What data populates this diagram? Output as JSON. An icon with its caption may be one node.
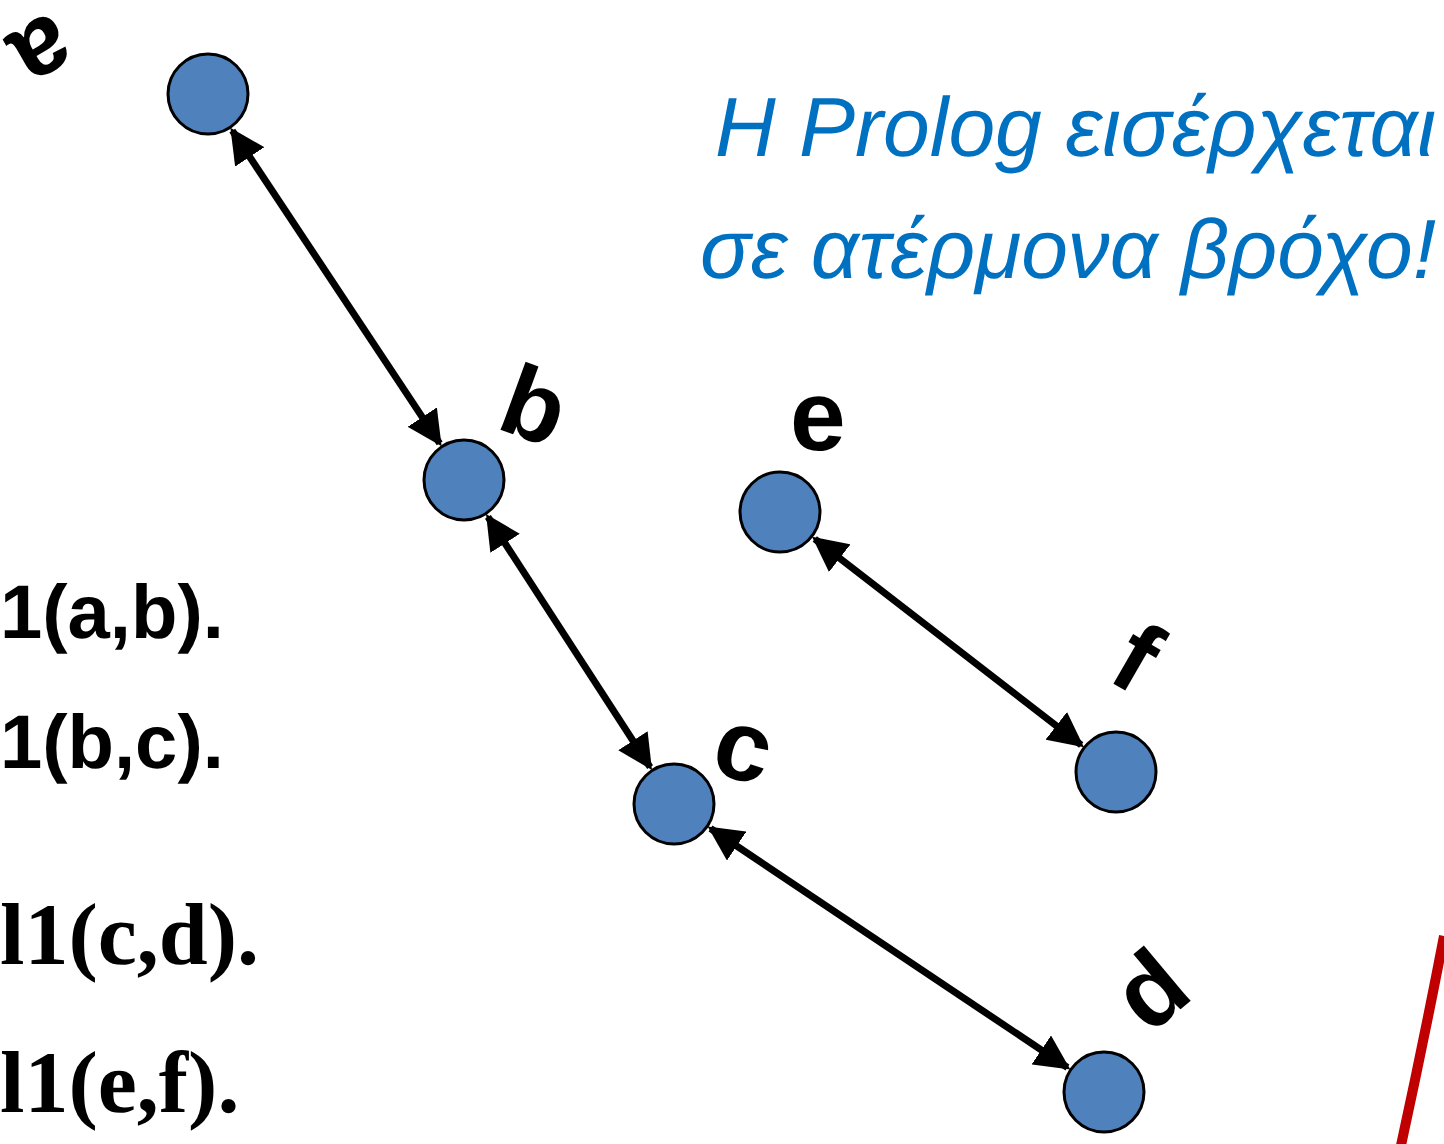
{
  "diagram": {
    "nodes": [
      {
        "text": [],
        "shape": "circle",
        "beside": [
          "a"
        ]
      },
      {
        "text": [],
        "shape": "circle",
        "beside": [
          "b"
        ]
      },
      {
        "text": [],
        "shape": "circle",
        "beside": [
          "c"
        ]
      },
      {
        "text": [],
        "shape": "circle",
        "beside": [
          "d"
        ]
      },
      {
        "text": [],
        "shape": "circle",
        "beside": [
          "e"
        ]
      },
      {
        "text": [],
        "shape": "circle",
        "beside": [
          "f"
        ]
      }
    ],
    "edges": [
      {
        "from": 0,
        "to": 1,
        "arrow": "both"
      },
      {
        "from": 1,
        "to": 2,
        "arrow": "both"
      },
      {
        "from": 2,
        "to": 3,
        "arrow": "both"
      },
      {
        "from": 4,
        "to": 5,
        "arrow": "both"
      }
    ],
    "labels": [
      "Η Prolog εισέρχεται σε ατέρμονα βρόχο!",
      "1(a,b).",
      "1(b,c).",
      "l1(c,d).",
      "l1(e,f)."
    ]
  }
}
